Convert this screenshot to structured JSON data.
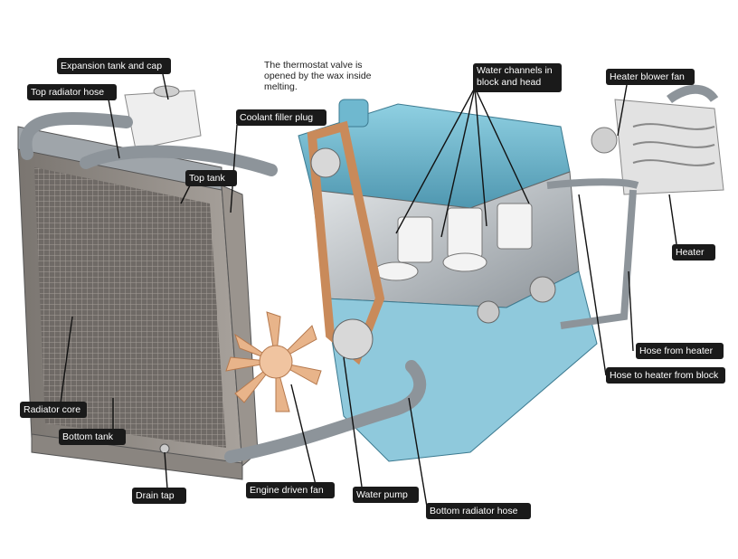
{
  "note": "The thermostat valve is opened by the wax inside melting.",
  "labels": {
    "expansion_tank": "Expansion tank and cap",
    "top_radiator_hose": "Top radiator hose",
    "coolant_filler_plug": "Coolant filler plug",
    "top_tank": "Top tank",
    "water_channels": "Water channels in block and head",
    "heater_blower_fan": "Heater blower fan",
    "heater": "Heater",
    "hose_from_heater": "Hose from heater",
    "hose_to_heater": "Hose to heater from block",
    "radiator_core": "Radiator core",
    "bottom_tank": "Bottom tank",
    "drain_tap": "Drain tap",
    "engine_driven_fan": "Engine driven fan",
    "water_pump": "Water pump",
    "bottom_radiator_hose": "Bottom radiator hose"
  },
  "colors": {
    "engine_blue": "#6fb8cf",
    "metal": "#b9bfc4",
    "radiator": "#8e8a86",
    "fan": "#e8b48a",
    "belt": "#c98a5a",
    "label_bg": "#1a1a1a"
  }
}
